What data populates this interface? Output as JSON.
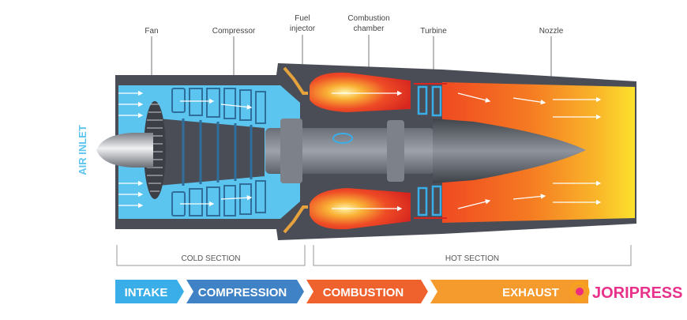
{
  "labels": {
    "fan": "Fan",
    "compressor": "Compressor",
    "fuel_injector_line1": "Fuel",
    "fuel_injector_line2": "injector",
    "combustion_line1": "Combustion",
    "combustion_line2": "chamber",
    "turbine": "Turbine",
    "nozzle": "Nozzle",
    "air_inlet": "AIR INLET"
  },
  "sections": {
    "cold": "COLD SECTION",
    "hot": "HOT SECTION"
  },
  "stages": [
    {
      "label": "INTAKE",
      "color": "#3aaee8"
    },
    {
      "label": "COMPRESSION",
      "color": "#3f82c6"
    },
    {
      "label": "COMBUSTION",
      "color": "#f0622d"
    },
    {
      "label": "EXHAUST",
      "color": "#f59a2c"
    }
  ],
  "logo": {
    "text": "JORIPRESS"
  },
  "colors": {
    "casing": "#4a4d55",
    "cold_air": "#5bc4ef",
    "flame": "#e8322a",
    "exhaust_hot": "#f2711f",
    "exhaust_end": "#fde12d"
  }
}
